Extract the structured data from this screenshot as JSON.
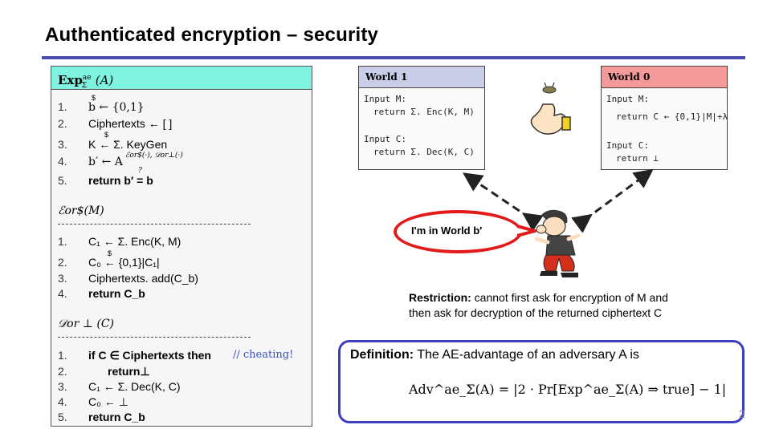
{
  "slide": {
    "title": "Authenticated encryption – security",
    "page_number": "2"
  },
  "experiment": {
    "header": "Exp",
    "header_sup": "ae",
    "header_sub": "Σ",
    "header_arg": "(A)",
    "main_lines": [
      {
        "num": "1.",
        "text": "b ← {0,1}"
      },
      {
        "num": "2.",
        "text": "Ciphertexts ← [ ]"
      },
      {
        "num": "3.",
        "text": "K ← Σ. KeyGen"
      },
      {
        "num": "4.",
        "text": "b′ ← A"
      },
      {
        "num": "5.",
        "text": "return b′ = b"
      }
    ],
    "oracle_sup": "ℰor$(·), 𝒟or⊥(·)",
    "eq_mark": "?",
    "enc_oracle_name": "ℰor$(M)",
    "enc_lines": [
      {
        "num": "1.",
        "text": "C₁ ← Σ. Enc(K, M)"
      },
      {
        "num": "2.",
        "text": "C₀ ← {0,1}|C₁|"
      },
      {
        "num": "3.",
        "text": "Ciphertexts. add(C_b)"
      },
      {
        "num": "4.",
        "text": "return C_b"
      }
    ],
    "dec_oracle_name": "𝒟or ⊥ (C)",
    "dec_lines": [
      {
        "num": "1.",
        "text": "if C ∈ Ciphertexts then"
      },
      {
        "num": "2.",
        "text": "return⊥"
      },
      {
        "num": "3.",
        "text": "C₁ ← Σ. Dec(K, C)"
      },
      {
        "num": "4.",
        "text": "C₀ ← ⊥"
      },
      {
        "num": "5.",
        "text": "return C_b"
      }
    ],
    "cheat_comment": "// cheating!"
  },
  "world1": {
    "title": "World 1",
    "lines": [
      "Input M:",
      "return Σ. Enc(K, M)",
      "Input C:",
      "return Σ. Dec(K, C)"
    ]
  },
  "world0": {
    "title": "World 0",
    "lines": [
      "Input M:",
      "return C ← {0,1}|M|+λ",
      "Input C:",
      "return ⊥"
    ]
  },
  "bubble": {
    "text": "I'm in World b′"
  },
  "restriction": {
    "label": "Restriction:",
    "line1": " cannot first ask for encryption of M and",
    "line2": "then ask for decryption of the returned ciphertext C"
  },
  "definition": {
    "label": "Definition:",
    "text": " The AE-advantage of an adversary A is",
    "formula": "Adv^ae_Σ(A) = |2 · Pr[Exp^ae_Σ(A) ⇒ true] − 1|"
  },
  "colors": {
    "title_rule": "#4a4ab8",
    "exp_header": "#7ff3e0",
    "world1_header": "#c9cde8",
    "world0_header": "#f59a9a",
    "bubble_border": "#e21a1a",
    "definition_border": "#3c3fc0",
    "comment": "#3a4fc4"
  },
  "icons": [
    "coin-flip-hand-icon",
    "adversary-character-icon",
    "dashed-arrow-icon"
  ]
}
